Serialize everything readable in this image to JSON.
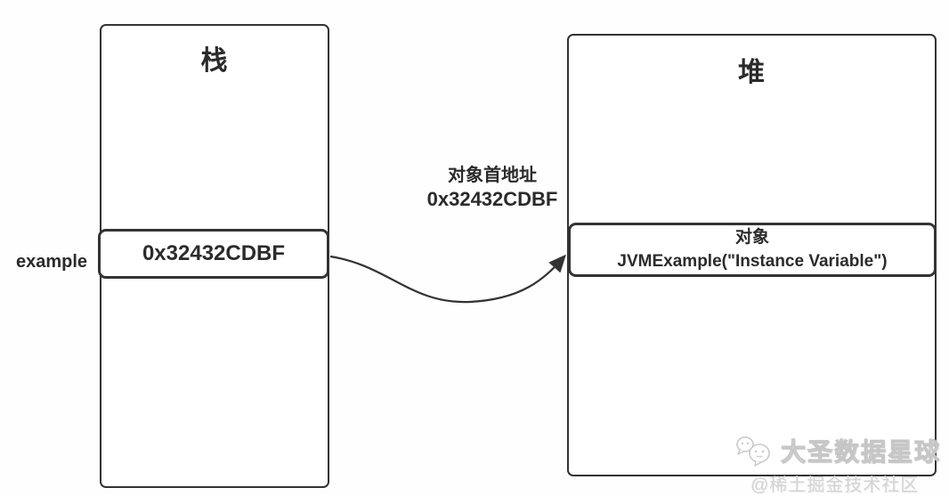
{
  "diagram": {
    "stack": {
      "title": "栈",
      "frame": {
        "label": "example",
        "value": "0x32432CDBF"
      }
    },
    "heap": {
      "title": "堆",
      "object": {
        "line1": "对象",
        "line2": "JVMExample(\"Instance Variable\")"
      }
    },
    "pointer_label": {
      "line1": "对象首地址",
      "line2": "0x32432CDBF"
    },
    "watermark": {
      "brand": "大圣数据星球",
      "community": "@稀土掘金技术社区"
    },
    "colors": {
      "border": "#333333",
      "text": "#2b2b2b",
      "watermark_light": "#d4d4d4",
      "background": "#ffffff"
    }
  }
}
